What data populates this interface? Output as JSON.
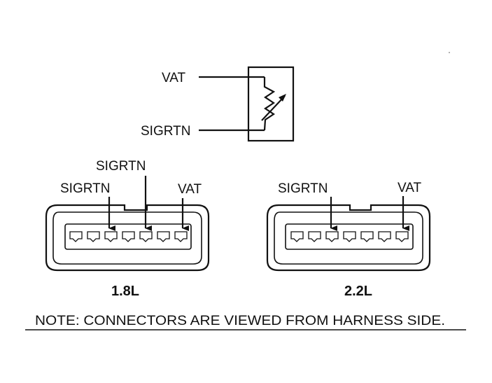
{
  "sensor": {
    "vat_label": "VAT",
    "sigrtn_label": "SIGRTN"
  },
  "connector_18": {
    "label_sigrtn_top": "SIGRTN",
    "label_sigrtn_left": "SIGRTN",
    "label_vat": "VAT",
    "caption": "1.8L"
  },
  "connector_22": {
    "label_sigrtn": "SIGRTN",
    "label_vat": "VAT",
    "caption": "2.2L"
  },
  "note": {
    "text": "NOTE: CONNECTORS ARE VIEWED FROM HARNESS SIDE."
  }
}
